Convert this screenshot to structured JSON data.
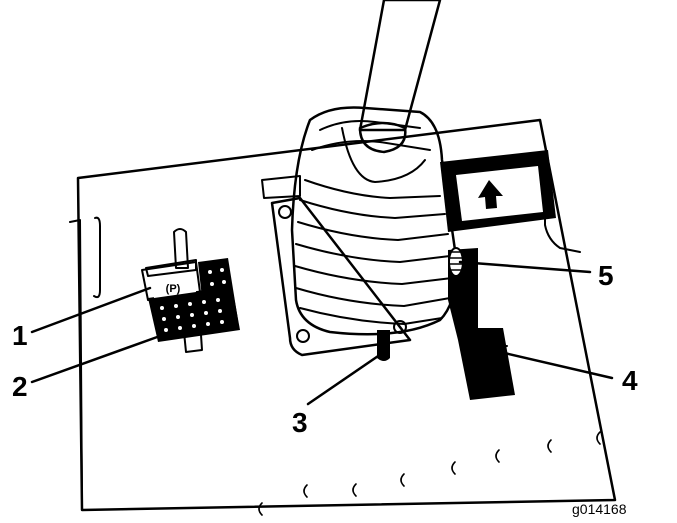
{
  "figure_id": "g014168",
  "callouts": [
    {
      "number": "1",
      "part": "parking-brake-switch-icon"
    },
    {
      "number": "2",
      "part": "indicator-panel-decal"
    },
    {
      "number": "3",
      "part": "lever-pin"
    },
    {
      "number": "4",
      "part": "lockout-bracket"
    },
    {
      "number": "5",
      "part": "adjustment-knob"
    }
  ],
  "icons": {
    "switch_symbol": "(P)",
    "arrow": "up-arrow-icon"
  }
}
